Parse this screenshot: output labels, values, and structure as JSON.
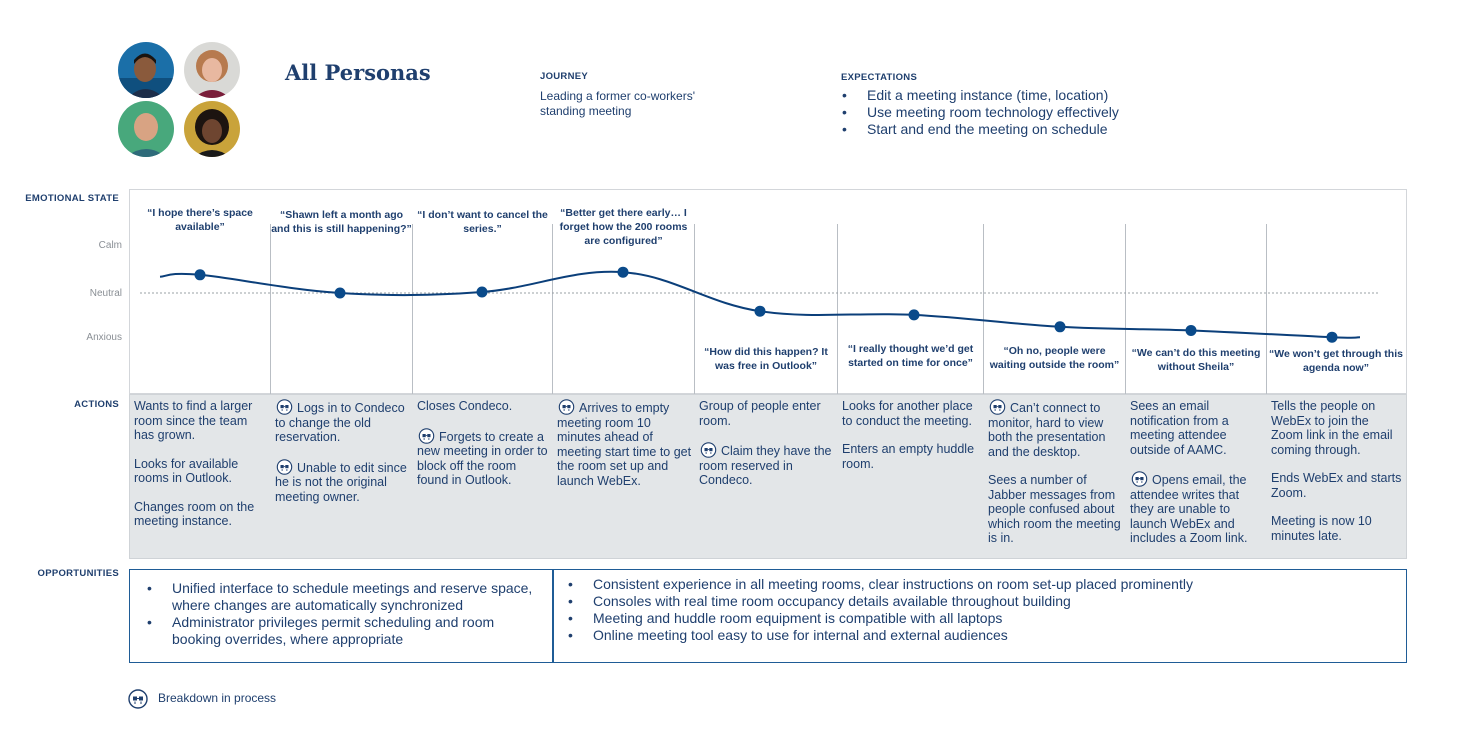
{
  "title": "All Personas",
  "journey": {
    "heading": "JOURNEY",
    "text": "Leading a former co-workers' standing meeting"
  },
  "expectations": {
    "heading": "EXPECTATIONS",
    "items": [
      "Edit a meeting instance (time, location)",
      "Use meeting room technology effectively",
      "Start and end the meeting on schedule"
    ]
  },
  "row_labels": {
    "emotional_state": "EMOTIONAL STATE",
    "actions": "ACTIONS",
    "opportunities": "OPPORTUNITIES"
  },
  "levels": {
    "calm": "Calm",
    "neutral": "Neutral",
    "anxious": "Anxious"
  },
  "stages": [
    {
      "quote": "“I hope there’s space available”",
      "emotion": 0.35
    },
    {
      "quote": "“Shawn left a month ago and this is still happening?”",
      "emotion": 0.0
    },
    {
      "quote": "“I don’t want to cancel the series.”",
      "emotion": 0.02
    },
    {
      "quote": "“Better get there early… I forget how the 200 rooms are configured”",
      "emotion": 0.4
    },
    {
      "quote": "“How did this happen? It was free in Outlook”",
      "emotion": -0.35
    },
    {
      "quote": "“I really thought we’d get started on time for once”",
      "emotion": -0.42
    },
    {
      "quote": "“Oh no, people were waiting outside the room”",
      "emotion": -0.65
    },
    {
      "quote": "“We can’t do this meeting without Sheila”",
      "emotion": -0.72
    },
    {
      "quote": "“We won’t get through this agenda now”",
      "emotion": -0.85
    }
  ],
  "actions": [
    [
      {
        "icon": false,
        "text": "Wants to find a larger room since the team has grown."
      },
      {
        "icon": false,
        "text": "Looks for available rooms in Outlook."
      },
      {
        "icon": false,
        "text": "Changes room on the meeting instance."
      }
    ],
    [
      {
        "icon": true,
        "text": "Logs in to Condeco to change the old reservation."
      },
      {
        "icon": true,
        "text": "Unable to edit since he is not the original meeting owner."
      }
    ],
    [
      {
        "icon": false,
        "text": "Closes Condeco."
      },
      {
        "icon": true,
        "text": "Forgets to create a new meeting in order to block off the room found in Outlook."
      }
    ],
    [
      {
        "icon": true,
        "text": "Arrives to empty meeting room 10 minutes ahead of meeting start time to get the room set up and launch WebEx."
      }
    ],
    [
      {
        "icon": false,
        "text": "Group of people enter room."
      },
      {
        "icon": true,
        "text": "Claim they have the room reserved in Condeco."
      }
    ],
    [
      {
        "icon": false,
        "text": "Looks for another place to conduct the meeting."
      },
      {
        "icon": false,
        "text": "Enters an empty huddle room."
      }
    ],
    [
      {
        "icon": true,
        "text": "Can’t connect to monitor, hard to view both the presentation and the desktop."
      },
      {
        "icon": false,
        "text": "Sees a number of Jabber messages from people confused about which room the meeting is in."
      }
    ],
    [
      {
        "icon": false,
        "text": "Sees an email notification from a meeting attendee outside of AAMC."
      },
      {
        "icon": true,
        "text": "Opens email, the attendee writes that they are unable to launch WebEx and includes a Zoom link."
      }
    ],
    [
      {
        "icon": false,
        "text": "Tells the people on WebEx to join the Zoom link in the email coming through."
      },
      {
        "icon": false,
        "text": "Ends WebEx and starts Zoom."
      },
      {
        "icon": false,
        "text": "Meeting is now 10 minutes late."
      }
    ]
  ],
  "opportunities": {
    "left": [
      "Unified interface to schedule meetings and reserve space, where changes are automatically synchronized",
      "Administrator privileges permit scheduling and room booking overrides, where appropriate"
    ],
    "right": [
      "Consistent experience in all meeting rooms, clear instructions on room set-up placed prominently",
      "Consoles with real time room occupancy details available throughout building",
      "Meeting and huddle room equipment is compatible with all laptops",
      "Online meeting tool easy to use for internal and external audiences"
    ]
  },
  "legend": {
    "icon": "breakdown-icon",
    "label": "Breakdown in process"
  },
  "colors": {
    "navy": "#1f3f6e",
    "curve": "#0b3f7a",
    "dot": "#0a4a8a",
    "actions_bg": "#e3e6e8",
    "border": "#1f5c96"
  }
}
